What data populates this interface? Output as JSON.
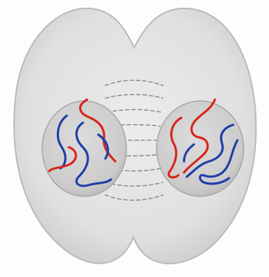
{
  "figure": {
    "colors": {
      "background": "#fdfdfc",
      "cytoplasm": "#e2e2e2",
      "cytoplasm_edge": "#b9b9b9",
      "nucleus": "#cfcfcf",
      "nucleus_edge": "#a6a6a6",
      "spindle": "#8e8e8e",
      "chromosome_red": "#d8261c",
      "chromosome_blue": "#1f3fa8"
    },
    "icons": {
      "cell": "dividing-cell-illustration",
      "nucleus": "daughter-nucleus",
      "chromosome": "chromatid-strand"
    }
  }
}
